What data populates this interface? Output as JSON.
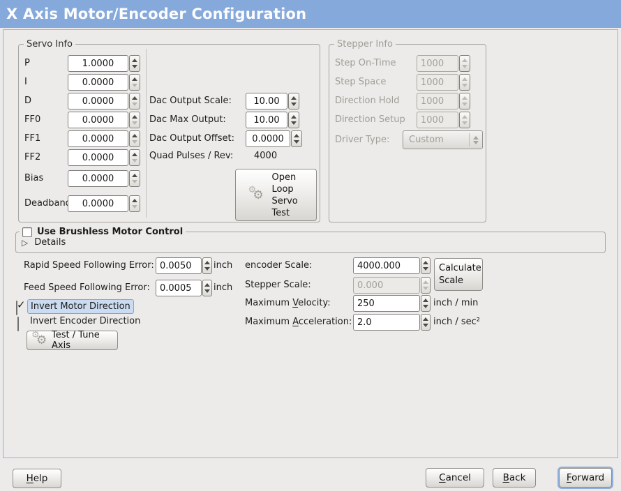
{
  "colors": {
    "titlebar": "#85a9da",
    "focus_highlight": "#cbdcf2"
  },
  "icons": {
    "gear": "⚙",
    "check": "✓",
    "details_arrow": "▷"
  },
  "titlebar": {
    "title": "X Axis Motor/Encoder Configuration"
  },
  "servo": {
    "frame_title": "Servo Info",
    "rows": [
      {
        "label": "P",
        "value": "1.0000"
      },
      {
        "label": "I",
        "value": "0.0000"
      },
      {
        "label": "D",
        "value": "0.0000"
      },
      {
        "label": "FF0",
        "value": "0.0000"
      },
      {
        "label": "FF1",
        "value": "0.0000"
      },
      {
        "label": "FF2",
        "value": "0.0000"
      },
      {
        "label": "Bias",
        "value": "0.0000"
      },
      {
        "label": "Deadband",
        "value": "0.0000"
      }
    ],
    "dac_output_scale": {
      "label": "Dac Output Scale:",
      "value": "10.00"
    },
    "dac_max_output": {
      "label": "Dac Max Output:",
      "value": "10.00"
    },
    "dac_output_offset": {
      "label": "Dac Output Offset:",
      "value": "0.0000"
    },
    "quad_pulses": {
      "label": "Quad Pulses / Rev:",
      "value": "4000"
    },
    "open_loop_button": "Open Loop Servo Test"
  },
  "stepper": {
    "frame_title": "Stepper Info",
    "rows": [
      {
        "label": "Step On-Time",
        "value": "1000"
      },
      {
        "label": "Step Space",
        "value": "1000"
      },
      {
        "label": "Direction Hold",
        "value": "1000"
      },
      {
        "label": "Direction Setup",
        "value": "1000"
      }
    ],
    "driver_type": {
      "label": "Driver Type:",
      "value": "Custom"
    }
  },
  "brushless": {
    "checkbox_label": "Use Brushless Motor Control",
    "details_label": "Details"
  },
  "following_error": {
    "rapid": {
      "label": "Rapid Speed Following Error:",
      "value": "0.0050",
      "unit": "inch"
    },
    "feed": {
      "label": "Feed Speed Following Error:",
      "value": "0.0005",
      "unit": "inch"
    }
  },
  "scaling": {
    "encoder_scale": {
      "label": "encoder Scale:",
      "value": "4000.000"
    },
    "stepper_scale": {
      "label": "Stepper Scale:",
      "value": "0.000"
    },
    "calculate_button": "Calculate Scale",
    "max_velocity": {
      "pre": "Maximum ",
      "key": "V",
      "post": "elocity:",
      "value": "250",
      "unit": "inch / min"
    },
    "max_accel": {
      "pre": "Maximum ",
      "key": "A",
      "post": "cceleration:",
      "value": "2.0",
      "unit": "inch / sec²"
    }
  },
  "invert": {
    "motor_label": "Invert Motor Direction",
    "encoder_label": "Invert Encoder Direction",
    "test_tune_button": "Test / Tune Axis"
  },
  "footer": {
    "help": {
      "key": "H",
      "post": "elp"
    },
    "cancel": {
      "key": "C",
      "post": "ancel"
    },
    "back": {
      "key": "B",
      "post": "ack"
    },
    "forward": {
      "key": "F",
      "post": "orward"
    }
  }
}
